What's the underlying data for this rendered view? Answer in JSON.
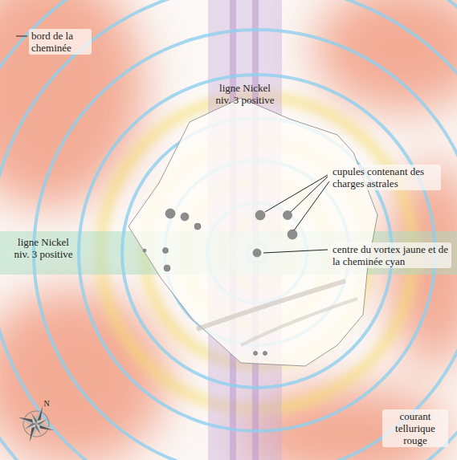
{
  "diagram": {
    "nodes": [
      {
        "text": [
          "ligne Nickel niv. 3 positive"
        ]
      },
      {
        "text": [
          "ligne Nickel niv. 3 positive"
        ]
      }
    ],
    "labels": [
      "bord de la cheminée",
      "cupules contenant des charges astrales",
      "centre du vortex jaune et de la cheminée cyan",
      "courant tellurique rouge",
      "N"
    ]
  }
}
